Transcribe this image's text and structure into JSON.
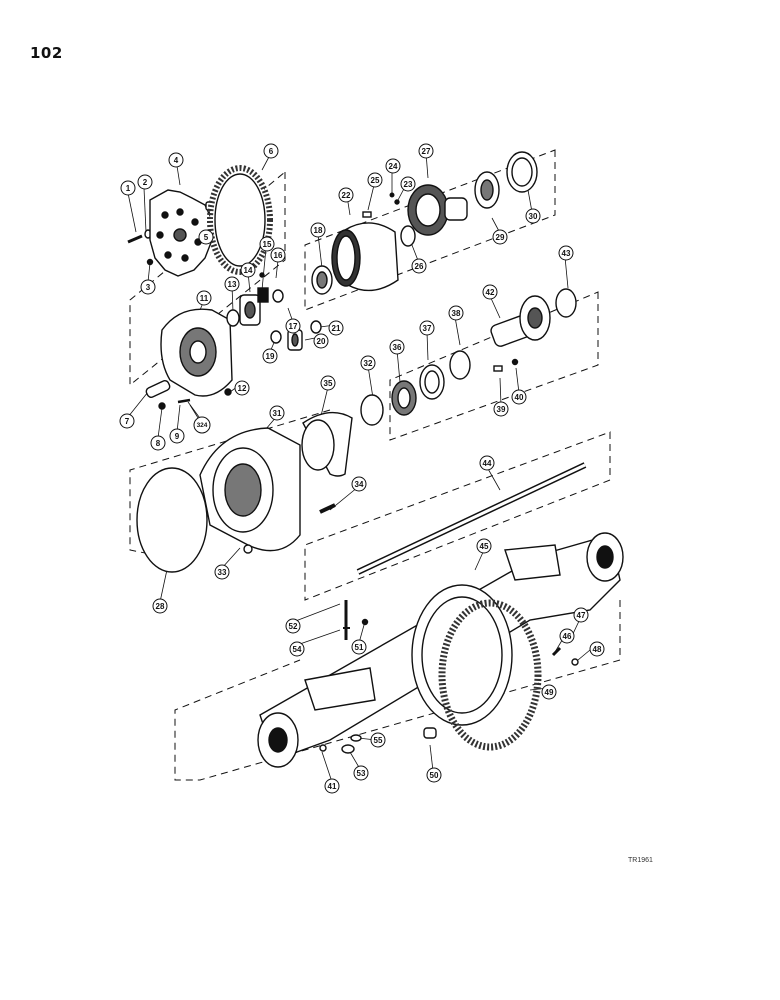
{
  "page_number": "102",
  "reference_code": "TR1961",
  "callouts": [
    "1",
    "2",
    "3",
    "4",
    "5",
    "6",
    "7",
    "8",
    "9",
    "11",
    "12",
    "13",
    "14",
    "15",
    "16",
    "17",
    "18",
    "19",
    "20",
    "21",
    "22",
    "23",
    "24",
    "25",
    "26",
    "27",
    "28",
    "29",
    "30",
    "31",
    "32",
    "33",
    "34",
    "35",
    "36",
    "37",
    "38",
    "39",
    "40",
    "41",
    "42",
    "43",
    "44",
    "45",
    "46",
    "47",
    "48",
    "49",
    "50",
    "51",
    "52",
    "53",
    "54",
    "55",
    "324"
  ],
  "colors": {
    "ink": "#111111",
    "paper": "#ffffff",
    "shade": "#555555"
  }
}
